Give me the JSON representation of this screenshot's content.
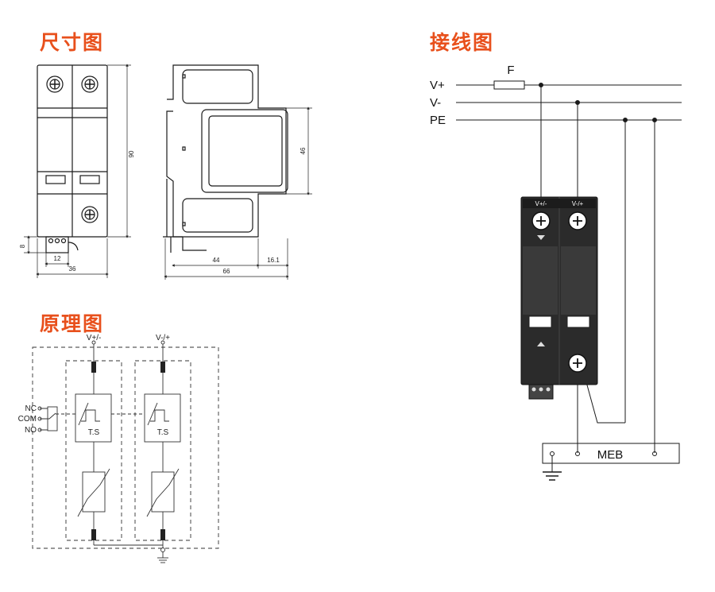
{
  "sections": {
    "dimensions_title": "尺寸图",
    "wiring_title": "接线图",
    "schematic_title": "原理图"
  },
  "dimensions": {
    "height": "90",
    "front_width": "36",
    "terminal_width": "12",
    "terminal_height": "8",
    "side_width": "66",
    "side_depth": "44",
    "side_offset": "16.1",
    "module_height": "46"
  },
  "schematic": {
    "input_left": "V+/-",
    "input_right": "V-/+",
    "contact_nc": "NC",
    "contact_com": "COM",
    "contact_no": "NO",
    "thermal_left": "T.S",
    "thermal_right": "T.S"
  },
  "wiring": {
    "fuse": "F",
    "line_pos": "V+",
    "line_neg": "V-",
    "line_pe": "PE",
    "terminal_left": "V+/-",
    "terminal_right": "V-/+",
    "meb": "MEB"
  },
  "colors": {
    "title": "#e8501c",
    "line": "#1a1a1a",
    "device": "#2a2a2a"
  }
}
